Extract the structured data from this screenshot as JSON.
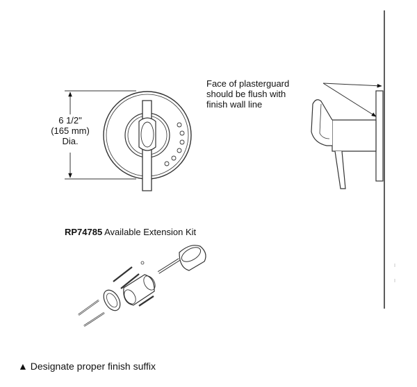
{
  "dimension": {
    "line1": "6 1/2\"",
    "line2": "(165 mm)",
    "line3": "Dia."
  },
  "callout": {
    "line1": "Face of plasterguard",
    "line2": "should be flush with",
    "line3": "finish wall line"
  },
  "kit": {
    "part_number": "RP74785",
    "description": "Available Extension Kit"
  },
  "footer": {
    "symbol": "▲",
    "text": "Designate proper finish suffix"
  }
}
